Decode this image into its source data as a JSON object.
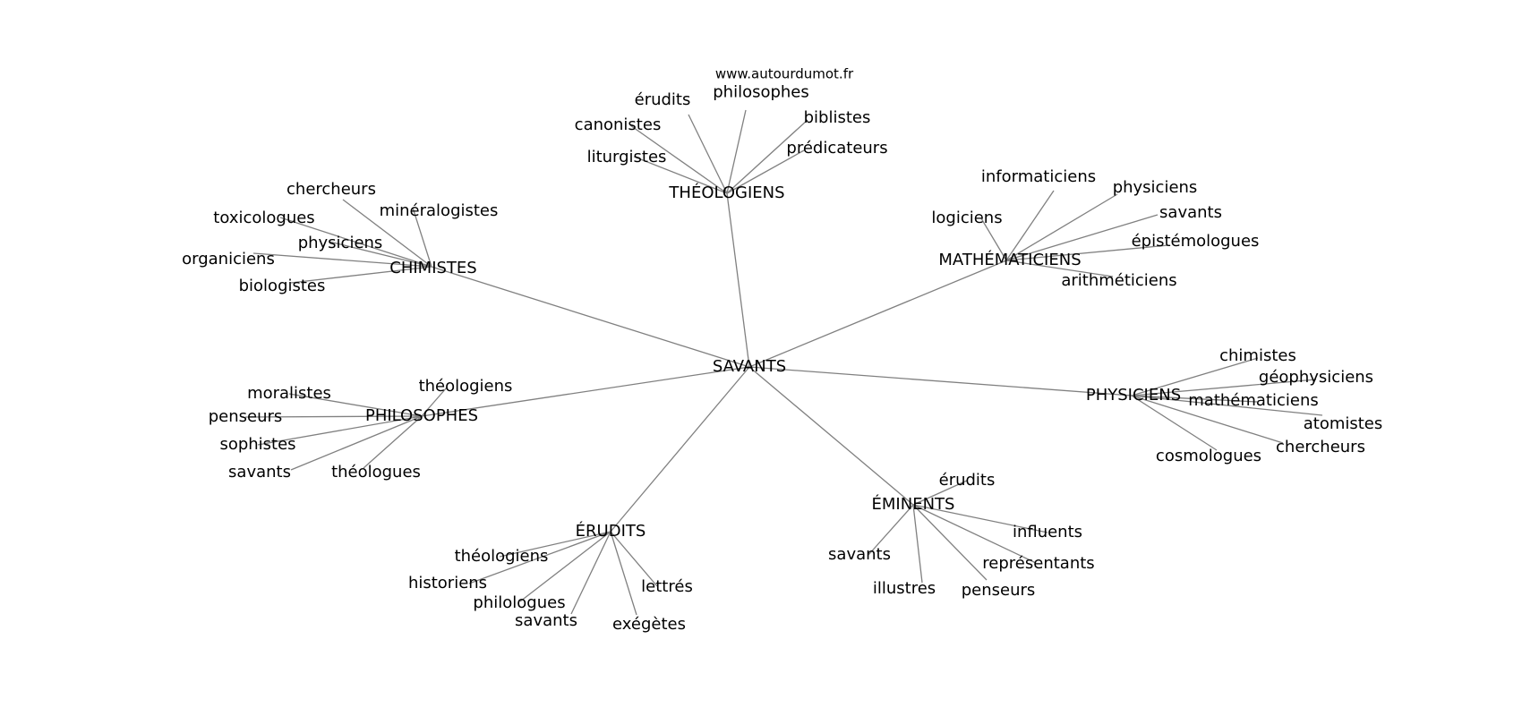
{
  "watermark": "www.autourdumot.fr",
  "center": {
    "id": "savants",
    "label": "SAVANTS"
  },
  "clusters": [
    {
      "id": "theologiens",
      "label": "THÉOLOGIENS",
      "leaves": [
        "canonistes",
        "liturgistes",
        "érudits",
        "philosophes",
        "biblistes",
        "prédicateurs"
      ]
    },
    {
      "id": "chimistes",
      "label": "CHIMISTES",
      "leaves": [
        "chercheurs",
        "minéralogistes",
        "toxicologues",
        "physiciens",
        "organiciens",
        "biologistes"
      ]
    },
    {
      "id": "mathematiciens",
      "label": "MATHÉMATICIENS",
      "leaves": [
        "informaticiens",
        "physiciens",
        "logiciens",
        "savants",
        "épistémologues",
        "arithméticiens"
      ]
    },
    {
      "id": "physiciens",
      "label": "PHYSICIENS",
      "leaves": [
        "chimistes",
        "géophysiciens",
        "mathématiciens",
        "atomistes",
        "cosmologues",
        "chercheurs"
      ]
    },
    {
      "id": "philosophes",
      "label": "PHILOSOPHES",
      "leaves": [
        "moralistes",
        "théologiens",
        "penseurs",
        "sophistes",
        "savants",
        "théologues"
      ]
    },
    {
      "id": "erudits",
      "label": "ÉRUDITS",
      "leaves": [
        "théologiens",
        "historiens",
        "philologues",
        "savants",
        "lettrés",
        "exégètes"
      ]
    },
    {
      "id": "eminents",
      "label": "ÉMINENTS",
      "leaves": [
        "érudits",
        "influents",
        "savants",
        "représentants",
        "illustres",
        "penseurs"
      ]
    }
  ],
  "style": {
    "edge_color": "#808080",
    "text_color": "#000000",
    "background": "#ffffff"
  }
}
